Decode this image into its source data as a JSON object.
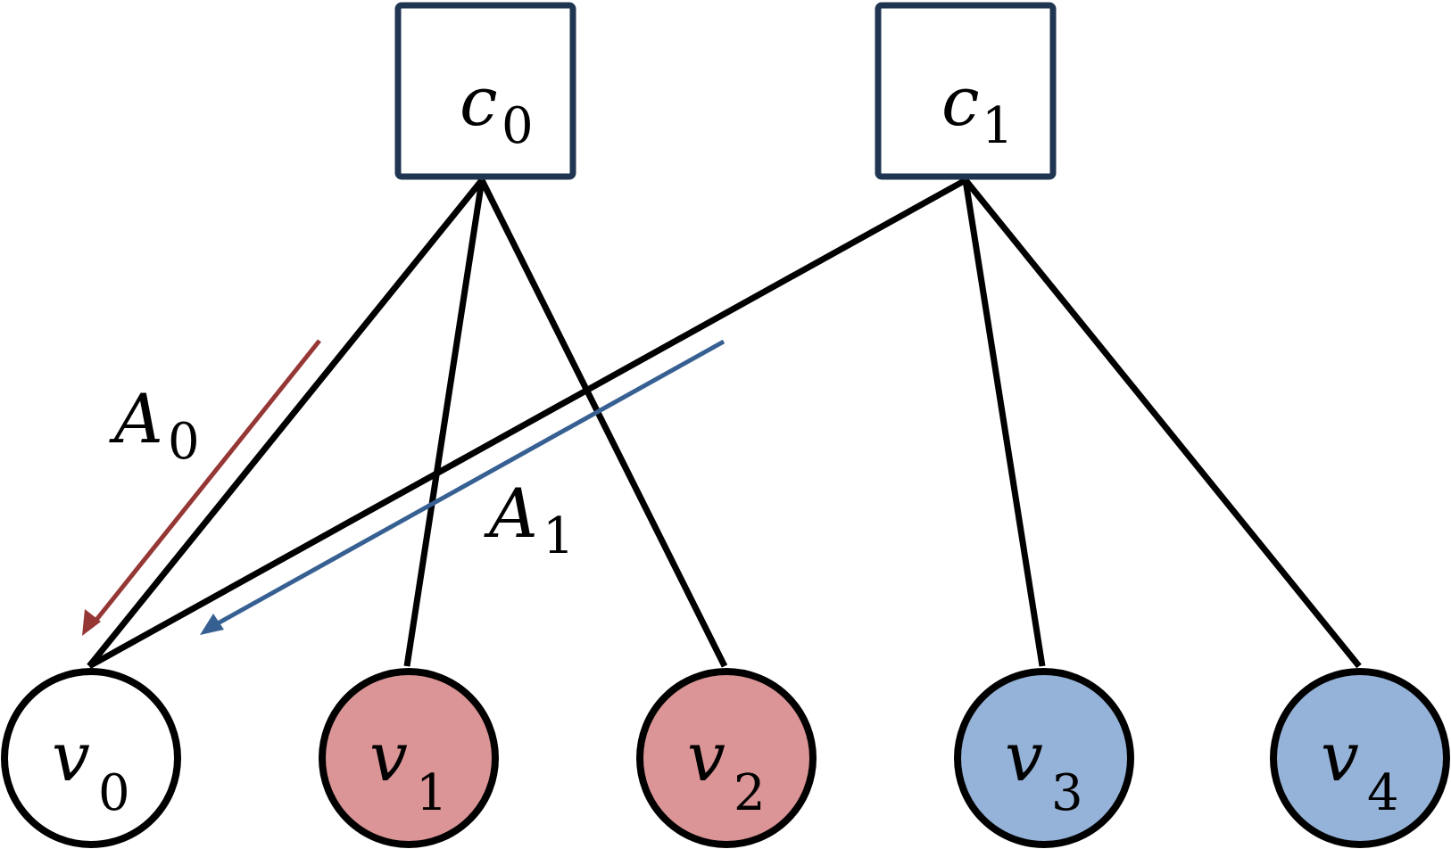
{
  "colors": {
    "edge": "#000000",
    "check_border": "#1f3551",
    "check_fill": "#ffffff",
    "var_border": "#000000",
    "white": "#ffffff",
    "red_fill": "#dc9596",
    "blue_fill": "#95b3d8",
    "arrow_a0": "#953735",
    "arrow_a1": "#376092"
  },
  "check_nodes": [
    {
      "id": "c0",
      "letter": "c",
      "sub": "0"
    },
    {
      "id": "c1",
      "letter": "c",
      "sub": "1"
    }
  ],
  "variable_nodes": [
    {
      "id": "v0",
      "letter": "v",
      "sub": "0",
      "fill": "white"
    },
    {
      "id": "v1",
      "letter": "v",
      "sub": "1",
      "fill": "red"
    },
    {
      "id": "v2",
      "letter": "v",
      "sub": "2",
      "fill": "red"
    },
    {
      "id": "v3",
      "letter": "v",
      "sub": "3",
      "fill": "blue"
    },
    {
      "id": "v4",
      "letter": "v",
      "sub": "4",
      "fill": "blue"
    }
  ],
  "edges": [
    {
      "from": "c0",
      "to": "v0"
    },
    {
      "from": "c0",
      "to": "v1"
    },
    {
      "from": "c0",
      "to": "v2"
    },
    {
      "from": "c1",
      "to": "v0"
    },
    {
      "from": "c1",
      "to": "v3"
    },
    {
      "from": "c1",
      "to": "v4"
    }
  ],
  "messages": [
    {
      "id": "A0",
      "letter": "A",
      "sub": "0",
      "from": "c0",
      "to": "v0",
      "color": "arrow_a0"
    },
    {
      "id": "A1",
      "letter": "A",
      "sub": "1",
      "from": "c1",
      "to": "v0",
      "color": "arrow_a1"
    }
  ]
}
